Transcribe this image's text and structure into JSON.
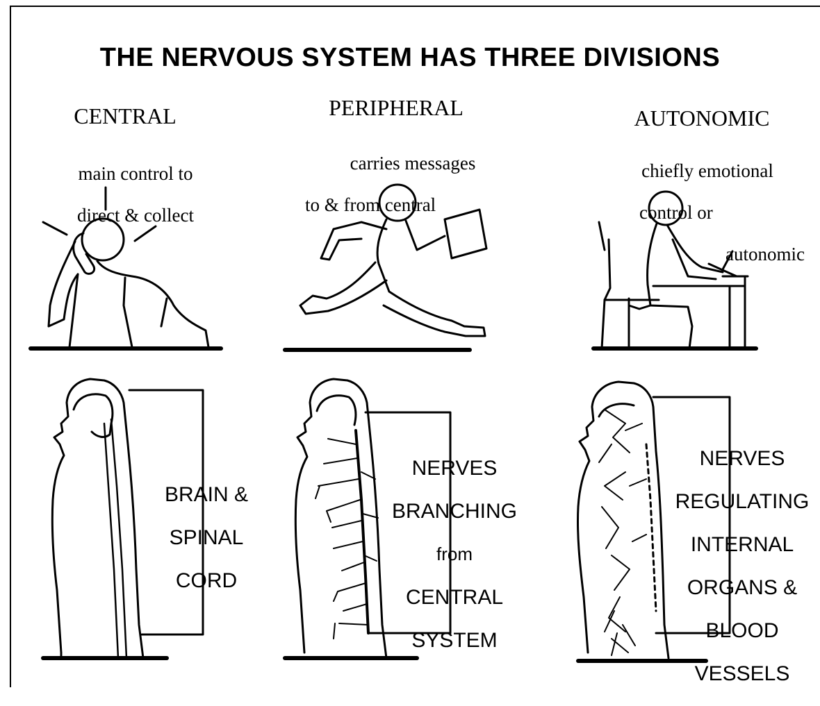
{
  "title": "THE NERVOUS SYSTEM HAS THREE DIVISIONS",
  "divisions": [
    {
      "heading": "CENTRAL",
      "description_lines": [
        "main control to",
        "direct & collect"
      ],
      "body_label_lines": [
        "BRAIN &",
        "SPINAL",
        "CORD"
      ]
    },
    {
      "heading": "PERIPHERAL",
      "description_lines": [
        "carries messages",
        "to & from central"
      ],
      "body_label_lines": [
        "NERVES",
        "BRANCHING",
        "from",
        "CENTRAL",
        "SYSTEM"
      ]
    },
    {
      "heading": "AUTONOMIC",
      "description_lines": [
        "chiefly emotional",
        "control or",
        "autonomic"
      ],
      "body_label_lines": [
        "NERVES",
        "REGULATING",
        "INTERNAL",
        "ORGANS &",
        "BLOOD",
        "VESSELS"
      ]
    }
  ]
}
